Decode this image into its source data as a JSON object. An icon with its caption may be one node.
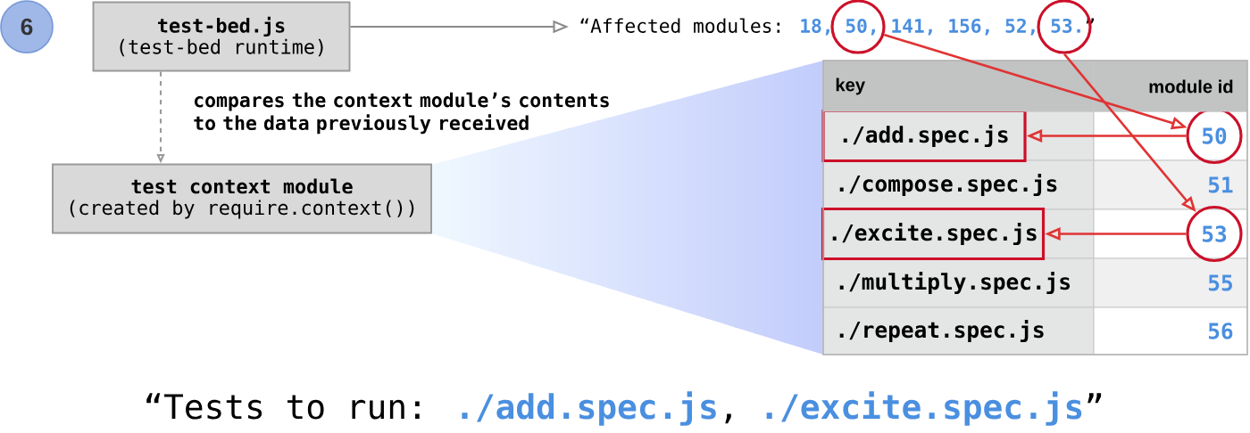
{
  "diagram": {
    "nodes": [
      {
        "text": [
          "6"
        ]
      },
      {
        "text": [
          "test-bed.js",
          "(test-bed runtime)"
        ]
      },
      {
        "text": [
          "test context module",
          "(created by require.context())"
        ]
      },
      {
        "text": [
          "“Affected modules:",
          "18, 50, 141, 156, 52, 53.",
          "”"
        ]
      },
      {
        "text": [],
        "shape": "circle"
      },
      {
        "text": [],
        "shape": "circle"
      },
      {
        "text": [
          "./add.spec.js"
        ]
      },
      {
        "text": [
          "50"
        ]
      },
      {
        "text": [
          "./compose.spec.js"
        ]
      },
      {
        "text": [
          "51"
        ]
      },
      {
        "text": [
          "./excite.spec.js"
        ]
      },
      {
        "text": [
          "53"
        ]
      },
      {
        "text": [
          "./multiply.spec.js"
        ]
      },
      {
        "text": [
          "55"
        ]
      },
      {
        "text": [
          "./repeat.spec.js"
        ]
      },
      {
        "text": [
          "56"
        ]
      }
    ],
    "edges": [
      {
        "from": 1,
        "to": 3,
        "arrow": "to",
        "color": "#8a8a8a"
      },
      {
        "from": 1,
        "to": 2,
        "arrow": "to",
        "style": "dashed",
        "color": "#9a9a9a",
        "label": "compares the context module’s contents to the data previously received"
      },
      {
        "from": 4,
        "to": 7,
        "arrow": "to",
        "color": "#e03333"
      },
      {
        "from": 5,
        "to": 11,
        "arrow": "to",
        "color": "#e03333"
      },
      {
        "from": 7,
        "to": 6,
        "arrow": "to",
        "color": "#e03333"
      },
      {
        "from": 11,
        "to": 10,
        "arrow": "to",
        "color": "#e03333"
      }
    ],
    "labels": [
      "key",
      "module id",
      "“Tests to run:",
      "./add.spec.js",
      ",",
      "./excite.spec.js",
      "”"
    ]
  }
}
